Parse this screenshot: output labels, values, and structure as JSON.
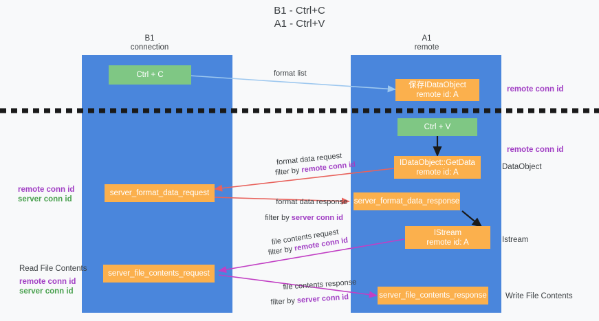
{
  "title": "B1 - Ctrl+C\nA1 - Ctrl+V",
  "columns": [
    {
      "name": "B1",
      "role": "connection",
      "label": "B1\nconnection"
    },
    {
      "name": "A1",
      "role": "remote",
      "label": "A1\nremote"
    }
  ],
  "colors": {
    "lane": "#4a86dc",
    "box_green": "#7fc784",
    "box_orange": "#fbb04d",
    "conn_id_purple": "#a13fc4",
    "conn_id_green": "#4aa14f",
    "arrow_format_list": "#9ec8ef",
    "arrow_format_data": "#e8625c",
    "arrow_file_contents": "#c13fc4",
    "arrow_black": "#1a1a1a",
    "divider": "#1a1a1a",
    "background": "#f8f9fa"
  },
  "divider": {
    "style": "dashed",
    "label": ""
  },
  "boxes": [
    {
      "id": "ctrl-c",
      "text": "Ctrl + C",
      "kind": "green"
    },
    {
      "id": "save-idataobject",
      "text": "保存IDataObject\nremote id: A",
      "kind": "orange"
    },
    {
      "id": "ctrl-v",
      "text": "Ctrl + V",
      "kind": "green"
    },
    {
      "id": "idataobject-getdata",
      "text": "IDataObject::GetData\nremote id: A",
      "kind": "orange"
    },
    {
      "id": "server-format-data-request",
      "text": "server_format_data_request",
      "kind": "orange"
    },
    {
      "id": "server-format-data-response",
      "text": "server_format_data_response",
      "kind": "orange"
    },
    {
      "id": "istream",
      "text": "IStream\nremote id: A",
      "kind": "orange"
    },
    {
      "id": "server-file-contents-request",
      "text": "server_file_contents_request",
      "kind": "orange"
    },
    {
      "id": "server-file-contents-response",
      "text": "server_file_contents_response",
      "kind": "orange"
    }
  ],
  "edge_labels": {
    "format_list": "format list",
    "format_data_request": "format data request",
    "format_data_request_filter_prefix": "filter by ",
    "format_data_request_filter_key": "remote conn id",
    "format_data_response": "format data response",
    "format_data_response_filter_prefix": "filter by ",
    "format_data_response_filter_key": "server conn id",
    "file_contents_request": "file contents request",
    "file_contents_request_filter_prefix": "filter by ",
    "file_contents_request_filter_key": "remote conn id",
    "file_contents_response": "file contents response",
    "file_contents_response_filter_prefix": "filter by ",
    "file_contents_response_filter_key": "server conn id"
  },
  "side_notes": {
    "right_top_remote_conn_id": "remote conn id",
    "right_mid_remote_conn_id": "remote conn id",
    "right_dataobject": "DataObject",
    "right_istream": "Istream",
    "right_write_file_contents": "Write File Contents",
    "left_mid_remote_conn_id": "remote conn id",
    "left_mid_server_conn_id": "server conn id",
    "left_read_file_contents": "Read File Contents",
    "left_bottom_remote_conn_id": "remote conn id",
    "left_bottom_server_conn_id": "server conn id"
  }
}
